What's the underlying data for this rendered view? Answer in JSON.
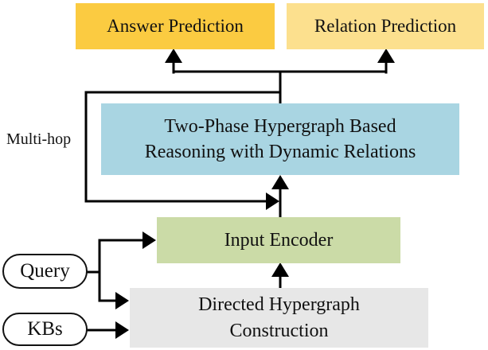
{
  "diagram": {
    "boxes": {
      "answer_prediction": {
        "label": "Answer Prediction",
        "fill": "#FBCB41"
      },
      "relation_prediction": {
        "label": "Relation Prediction",
        "fill": "#FCE08E"
      },
      "reasoning": {
        "line1": "Two-Phase Hypergraph Based",
        "line2": "Reasoning with Dynamic Relations",
        "fill": "#A9D5E2"
      },
      "input_encoder": {
        "label": "Input Encoder",
        "fill": "#CBDBA7"
      },
      "construction": {
        "line1": "Directed Hypergraph",
        "line2": "Construction",
        "fill": "#E7E7E7"
      },
      "query": {
        "label": "Query",
        "fill": "#FFFFFF"
      },
      "kbs": {
        "label": "KBs",
        "fill": "#FFFFFF"
      }
    },
    "labels": {
      "multi_hop": "Multi-hop"
    },
    "line_color": "#000000"
  }
}
